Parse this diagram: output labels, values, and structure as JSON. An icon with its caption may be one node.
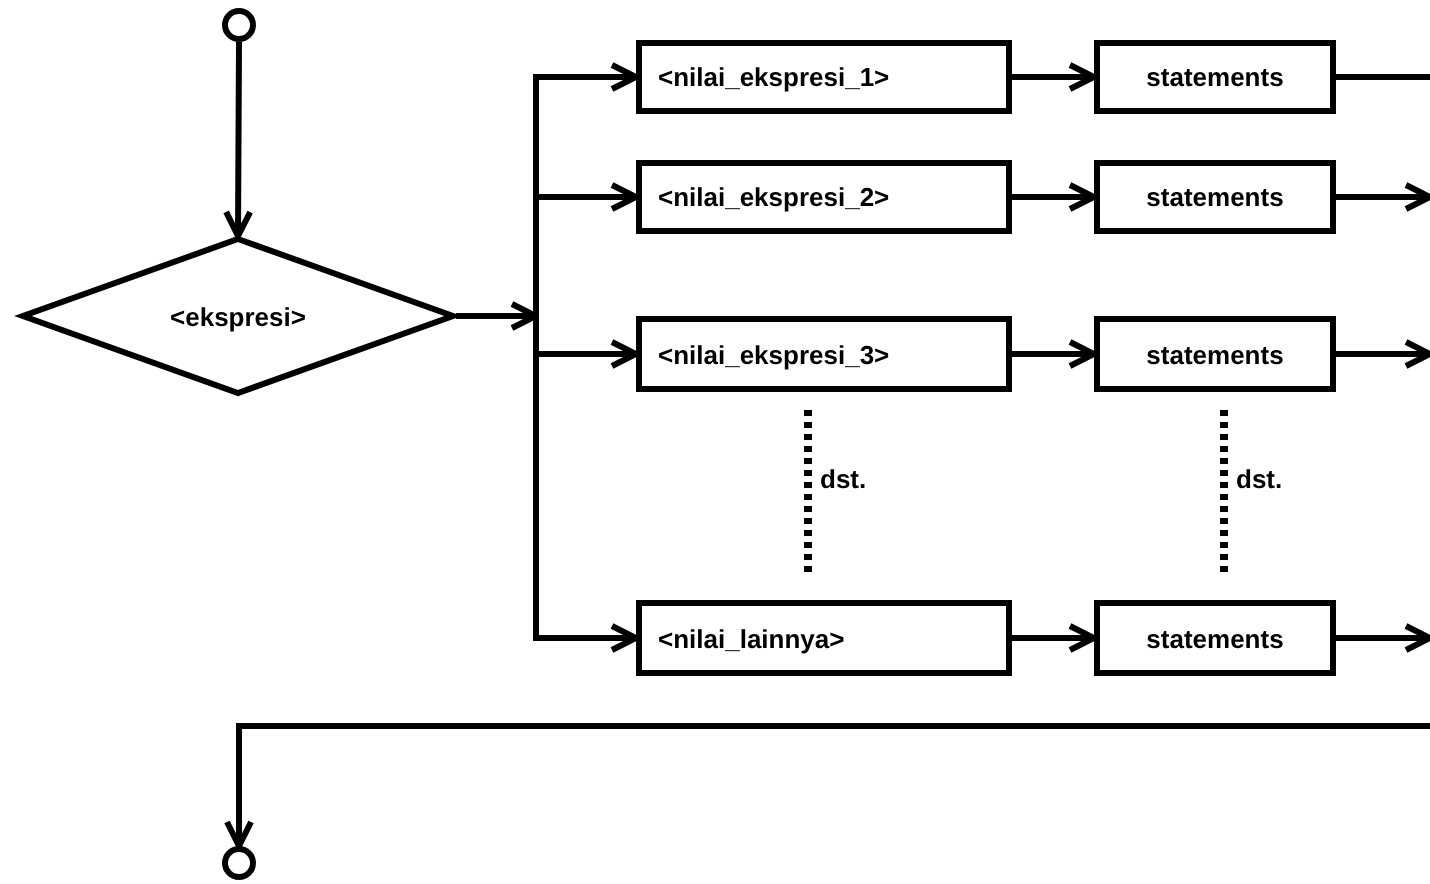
{
  "diagram": {
    "nodes": [
      {
        "text": [],
        "shape": "circle"
      },
      {
        "text": [
          "<ekspresi>"
        ]
      },
      {
        "text": [
          "<nilai_ekspresi_1>"
        ]
      },
      {
        "text": [
          "<nilai_ekspresi_2>"
        ]
      },
      {
        "text": [
          "<nilai_ekspresi_3>"
        ]
      },
      {
        "text": [
          "<nilai_lainnya>"
        ]
      },
      {
        "text": [
          "statements"
        ]
      },
      {
        "text": [
          "statements"
        ]
      },
      {
        "text": [
          "statements"
        ]
      },
      {
        "text": [
          "statements"
        ]
      },
      {
        "text": [],
        "shape": "circle"
      }
    ],
    "edges": [
      {
        "from": 0,
        "to": 1,
        "arrow": "to"
      },
      {
        "from": 1,
        "to": 2,
        "arrow": "to"
      },
      {
        "from": 1,
        "to": 3,
        "arrow": "to"
      },
      {
        "from": 1,
        "to": 4,
        "arrow": "to"
      },
      {
        "from": 1,
        "to": 5,
        "arrow": "to"
      },
      {
        "from": 2,
        "to": 6,
        "arrow": "to"
      },
      {
        "from": 3,
        "to": 7,
        "arrow": "to"
      },
      {
        "from": 4,
        "to": 8,
        "arrow": "to"
      },
      {
        "from": 5,
        "to": 9,
        "arrow": "to"
      },
      {
        "from": 6,
        "to": null,
        "arrow": "none"
      },
      {
        "from": 7,
        "to": null,
        "arrow": "to"
      },
      {
        "from": 8,
        "to": null,
        "arrow": "to"
      },
      {
        "from": 9,
        "to": null,
        "arrow": "to"
      },
      {
        "from": null,
        "to": 10,
        "arrow": "to"
      }
    ],
    "labels": [
      "dst.",
      "dst."
    ]
  }
}
